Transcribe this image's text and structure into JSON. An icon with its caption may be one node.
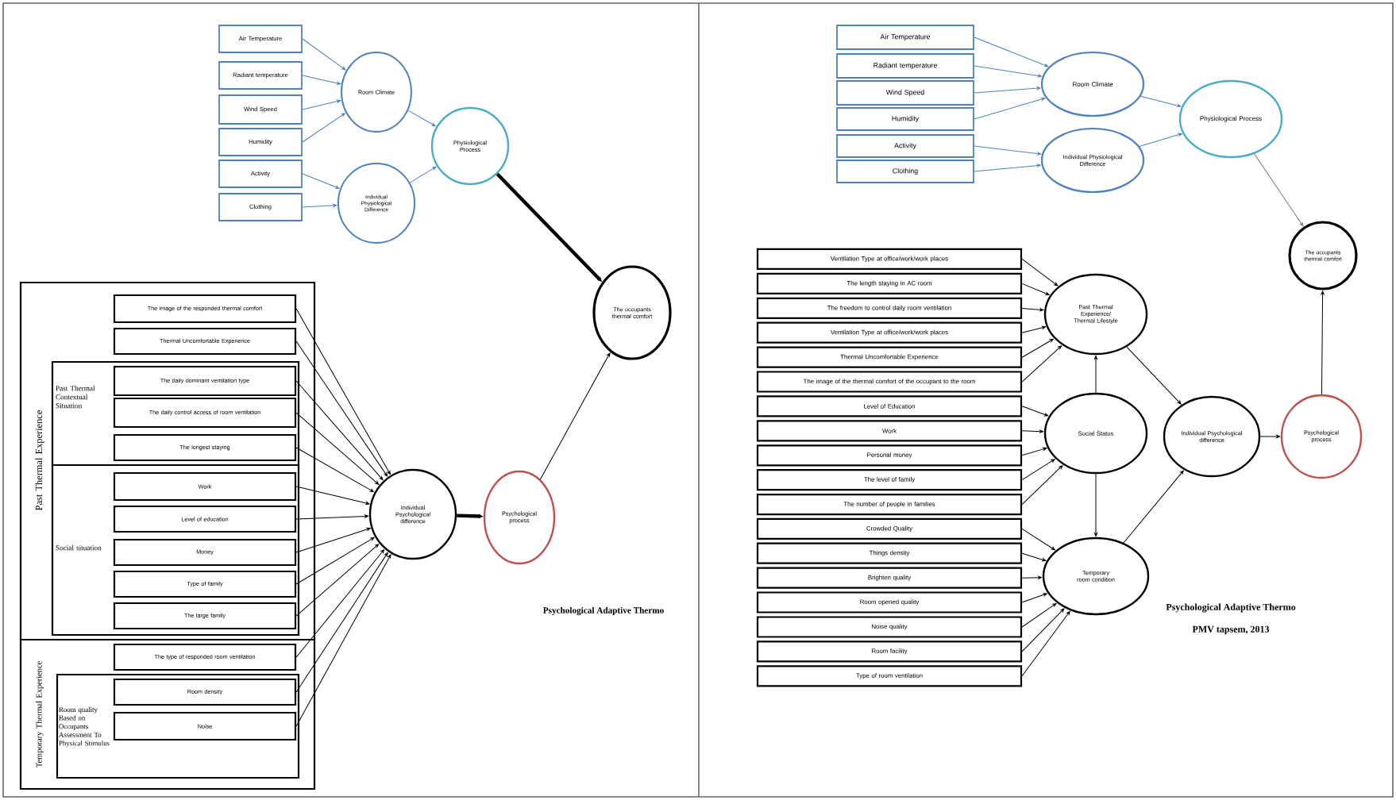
{
  "diagram": {
    "nodes": [
      {
        "text": [
          "Air Temperature"
        ]
      },
      {
        "text": [
          "Radiant temperature"
        ]
      },
      {
        "text": [
          "Wind Speed"
        ]
      },
      {
        "text": [
          "Humidity"
        ]
      },
      {
        "text": [
          "Activity"
        ]
      },
      {
        "text": [
          "Clothing"
        ]
      },
      {
        "text": [
          "Room Climate"
        ]
      },
      {
        "text": [
          "Individual Physiological Difference"
        ]
      },
      {
        "text": [
          "Physiological Process"
        ]
      },
      {
        "text": [
          "The occupants thermal comfort"
        ]
      },
      {
        "text": [
          "Past Thermal Experience"
        ]
      },
      {
        "text": [
          "The image of the responded thermal comfort"
        ],
        "in": 10
      },
      {
        "text": [
          "Thermal Uncomfortable Experience"
        ],
        "in": 10
      },
      {
        "text": [
          "Past Thermal Contextual Situation"
        ],
        "in": 10
      },
      {
        "text": [
          "The daily dominant ventilation type"
        ],
        "in": 13
      },
      {
        "text": [
          "The daily control access of room ventilation"
        ],
        "in": 13
      },
      {
        "text": [
          "The longest staying"
        ],
        "in": 13
      },
      {
        "text": [
          "Social situation"
        ],
        "in": 10
      },
      {
        "text": [
          "Work"
        ],
        "in": 17
      },
      {
        "text": [
          "Level of education"
        ],
        "in": 17
      },
      {
        "text": [
          "Money"
        ],
        "in": 17
      },
      {
        "text": [
          "Type of family"
        ],
        "in": 17
      },
      {
        "text": [
          "The large family"
        ],
        "in": 17
      },
      {
        "text": [
          "Temporary Thermal Experience"
        ]
      },
      {
        "text": [
          "The type of responded room ventilation"
        ],
        "in": 23
      },
      {
        "text": [
          "Room quality Based on Occupants Assessment To Physical Stimulus"
        ],
        "in": 23
      },
      {
        "text": [
          "Room density"
        ],
        "in": 25
      },
      {
        "text": [
          "Noise"
        ],
        "in": 25
      },
      {
        "text": [
          "Individual Psychological difference"
        ]
      },
      {
        "text": [
          "Psychological process"
        ]
      },
      {
        "text": [
          "Air Temperature"
        ]
      },
      {
        "text": [
          "Radiant temperature"
        ]
      },
      {
        "text": [
          "Wind Speed"
        ]
      },
      {
        "text": [
          "Humidity"
        ]
      },
      {
        "text": [
          "Activity"
        ]
      },
      {
        "text": [
          "Clothing"
        ]
      },
      {
        "text": [
          "Room Climate"
        ]
      },
      {
        "text": [
          "Individual Physiological Difference"
        ]
      },
      {
        "text": [
          "Physiological Process"
        ]
      },
      {
        "text": [
          "The occupants thermal comfort"
        ]
      },
      {
        "text": [
          "Ventilation Type at office/work/work places"
        ]
      },
      {
        "text": [
          "The length staying in AC room"
        ]
      },
      {
        "text": [
          "The freedom to control daily room ventilation"
        ]
      },
      {
        "text": [
          "Ventilation Type at office/work/work places"
        ]
      },
      {
        "text": [
          "Thermal Uncomfortable Experience"
        ]
      },
      {
        "text": [
          "The image of the thermal comfort of the occupant to the room"
        ]
      },
      {
        "text": [
          "Level of Education"
        ]
      },
      {
        "text": [
          "Work"
        ]
      },
      {
        "text": [
          "Personal money"
        ]
      },
      {
        "text": [
          "The level of family"
        ]
      },
      {
        "text": [
          "The number of people in families"
        ]
      },
      {
        "text": [
          "Crowded Quality"
        ]
      },
      {
        "text": [
          "Things density"
        ]
      },
      {
        "text": [
          "Brighten quality"
        ]
      },
      {
        "text": [
          "Room opened quality"
        ]
      },
      {
        "text": [
          "Noise quality"
        ]
      },
      {
        "text": [
          "Room facility"
        ]
      },
      {
        "text": [
          "Type of room ventilation"
        ]
      },
      {
        "text": [
          "Past Thermal Experience/ Thermal Lifestyle"
        ]
      },
      {
        "text": [
          "Social Status"
        ]
      },
      {
        "text": [
          "Temporary room condition"
        ]
      },
      {
        "text": [
          "Individual Psychological difference"
        ]
      },
      {
        "text": [
          "Psychological process"
        ]
      }
    ],
    "edges": [
      {
        "from": 0,
        "to": 6,
        "arrow": "to",
        "color": "#4f81bd"
      },
      {
        "from": 1,
        "to": 6,
        "arrow": "to",
        "color": "#4f81bd"
      },
      {
        "from": 2,
        "to": 6,
        "arrow": "to",
        "color": "#4f81bd"
      },
      {
        "from": 3,
        "to": 6,
        "arrow": "to",
        "color": "#4f81bd"
      },
      {
        "from": 4,
        "to": 7,
        "arrow": "to",
        "color": "#4f81bd"
      },
      {
        "from": 5,
        "to": 7,
        "arrow": "to",
        "color": "#4f81bd"
      },
      {
        "from": 6,
        "to": 8,
        "arrow": "to",
        "color": "#4f81bd"
      },
      {
        "from": 7,
        "to": 8,
        "arrow": "to",
        "color": "#4f81bd"
      },
      {
        "from": 8,
        "to": 9,
        "arrow": "to",
        "style": "thick"
      },
      {
        "from": 11,
        "to": 28,
        "arrow": "to"
      },
      {
        "from": 12,
        "to": 28,
        "arrow": "to"
      },
      {
        "from": 14,
        "to": 28,
        "arrow": "to"
      },
      {
        "from": 15,
        "to": 28,
        "arrow": "to"
      },
      {
        "from": 16,
        "to": 28,
        "arrow": "to"
      },
      {
        "from": 18,
        "to": 28,
        "arrow": "to"
      },
      {
        "from": 19,
        "to": 28,
        "arrow": "to"
      },
      {
        "from": 20,
        "to": 28,
        "arrow": "to"
      },
      {
        "from": 21,
        "to": 28,
        "arrow": "to"
      },
      {
        "from": 22,
        "to": 28,
        "arrow": "to"
      },
      {
        "from": 24,
        "to": 28,
        "arrow": "to"
      },
      {
        "from": 26,
        "to": 28,
        "arrow": "to"
      },
      {
        "from": 27,
        "to": 28,
        "arrow": "to"
      },
      {
        "from": 28,
        "to": 29,
        "arrow": "to",
        "style": "thick"
      },
      {
        "from": 29,
        "to": 9,
        "arrow": "to"
      },
      {
        "from": 30,
        "to": 36,
        "arrow": "to",
        "color": "#4f81bd"
      },
      {
        "from": 31,
        "to": 36,
        "arrow": "to",
        "color": "#4f81bd"
      },
      {
        "from": 32,
        "to": 36,
        "arrow": "to",
        "color": "#4f81bd"
      },
      {
        "from": 33,
        "to": 36,
        "arrow": "to",
        "color": "#4f81bd"
      },
      {
        "from": 34,
        "to": 37,
        "arrow": "to",
        "color": "#4f81bd"
      },
      {
        "from": 35,
        "to": 37,
        "arrow": "to",
        "color": "#4f81bd"
      },
      {
        "from": 36,
        "to": 38,
        "arrow": "to",
        "color": "#4f81bd"
      },
      {
        "from": 37,
        "to": 38,
        "arrow": "to",
        "color": "#4f81bd"
      },
      {
        "from": 38,
        "to": 39,
        "arrow": "to",
        "color": "#7f7f7f"
      },
      {
        "from": 40,
        "to": 58,
        "arrow": "to"
      },
      {
        "from": 41,
        "to": 58,
        "arrow": "to"
      },
      {
        "from": 42,
        "to": 58,
        "arrow": "to"
      },
      {
        "from": 43,
        "to": 58,
        "arrow": "to"
      },
      {
        "from": 44,
        "to": 58,
        "arrow": "to"
      },
      {
        "from": 45,
        "to": 58,
        "arrow": "to"
      },
      {
        "from": 46,
        "to": 59,
        "arrow": "to"
      },
      {
        "from": 47,
        "to": 59,
        "arrow": "to"
      },
      {
        "from": 48,
        "to": 59,
        "arrow": "to"
      },
      {
        "from": 49,
        "to": 59,
        "arrow": "to"
      },
      {
        "from": 50,
        "to": 59,
        "arrow": "to"
      },
      {
        "from": 51,
        "to": 60,
        "arrow": "to"
      },
      {
        "from": 52,
        "to": 60,
        "arrow": "to"
      },
      {
        "from": 53,
        "to": 60,
        "arrow": "to"
      },
      {
        "from": 54,
        "to": 60,
        "arrow": "to"
      },
      {
        "from": 55,
        "to": 60,
        "arrow": "to"
      },
      {
        "from": 56,
        "to": 60,
        "arrow": "to"
      },
      {
        "from": 57,
        "to": 60,
        "arrow": "to"
      },
      {
        "from": 59,
        "to": 58,
        "arrow": "to"
      },
      {
        "from": 59,
        "to": 60,
        "arrow": "to"
      },
      {
        "from": 58,
        "to": 61,
        "arrow": "to"
      },
      {
        "from": 60,
        "to": 61,
        "arrow": "to"
      },
      {
        "from": 61,
        "to": 62,
        "arrow": "to"
      },
      {
        "from": 62,
        "to": 39,
        "arrow": "to"
      }
    ],
    "labels": [
      "Psychological Adaptive Thermo",
      "Psychological Adaptive Thermo",
      "PMV tapsem, 2013"
    ]
  }
}
